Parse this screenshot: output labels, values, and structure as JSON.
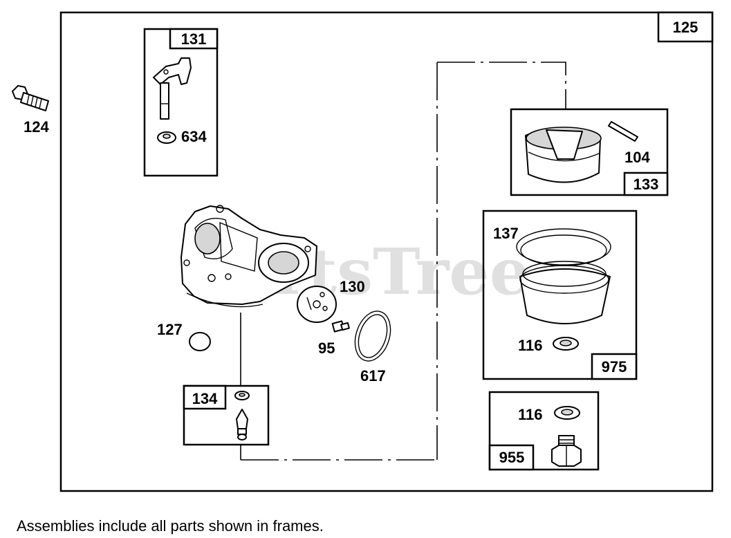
{
  "callouts": {
    "main_assembly": "125",
    "bolt": "124",
    "choke_shaft_kit": "131",
    "seal_634": "634",
    "float_kit": "133",
    "float_pin": "104",
    "bowl_kit": "975",
    "bowl_gasket": "137",
    "washer_in_bowl_kit": "116",
    "bowl_nut_kit": "955",
    "washer_in_nut_kit": "116",
    "welch_plug": "127",
    "needle_kit": "134",
    "throttle_plate": "130",
    "screw": "95",
    "gasket_617": "617"
  },
  "watermark": "PartsTree",
  "footnote": "Assemblies include all parts shown in frames."
}
